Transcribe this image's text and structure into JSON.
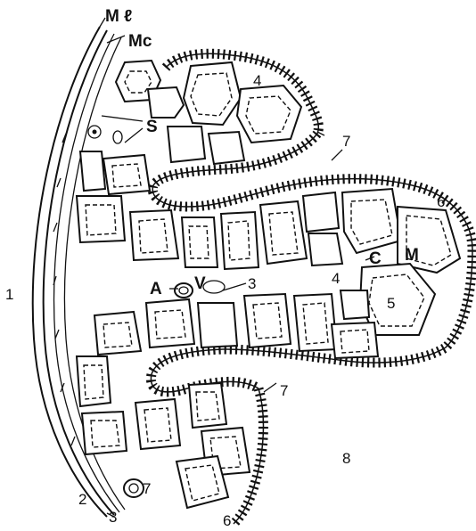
{
  "figure": {
    "labels": {
      "ml": "M ℓ",
      "mc": "Mc",
      "s": "S",
      "a": "A",
      "v": "V",
      "c": "C",
      "m": "M",
      "n1": "1",
      "n2": "2",
      "n3_upper": "3",
      "n3_lower": "3",
      "n4_top": "4",
      "n4_mid": "4",
      "n5": "5",
      "n6_upper": "6",
      "n6_lower": "6",
      "n7_upper": "7",
      "n7_mid": "7",
      "n7_lower": "7",
      "n8": "8"
    }
  }
}
